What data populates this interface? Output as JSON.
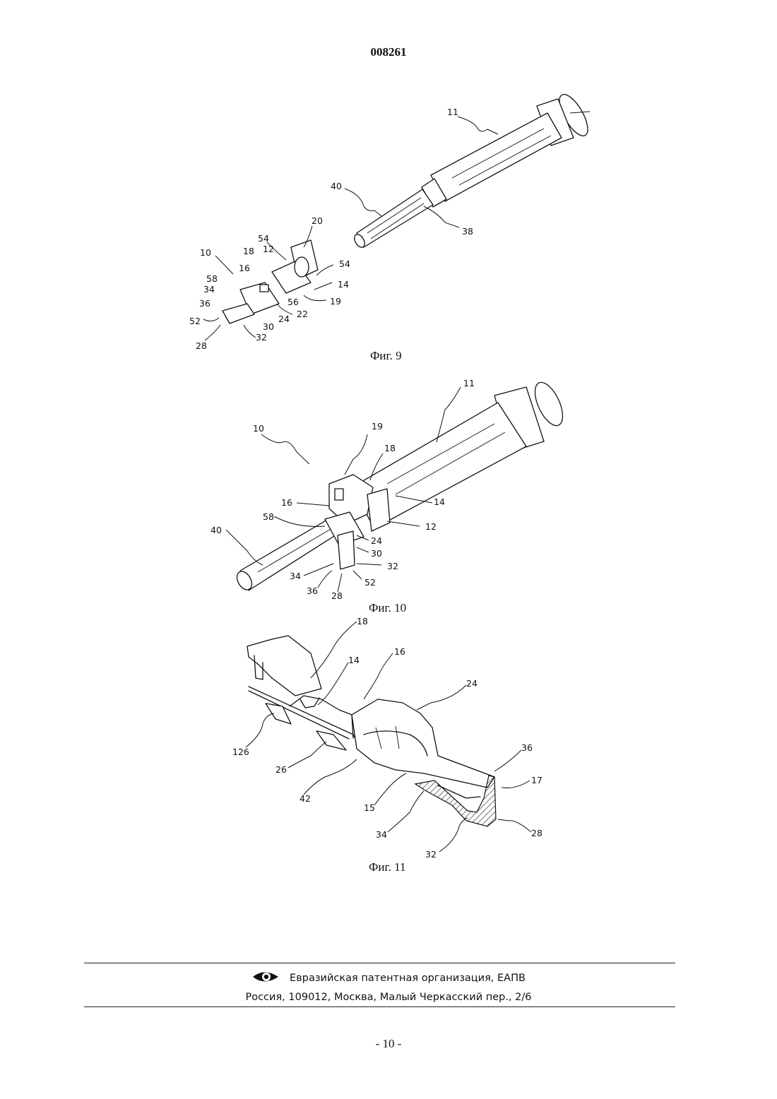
{
  "header": {
    "patent_number": "008261"
  },
  "figures": [
    {
      "caption": "Фиг. 9",
      "labels": [
        "11",
        "40",
        "38",
        "20",
        "54",
        "12",
        "18",
        "10",
        "16",
        "54",
        "14",
        "58",
        "34",
        "56",
        "19",
        "36",
        "22",
        "24",
        "52",
        "30",
        "32",
        "28"
      ]
    },
    {
      "caption": "Фиг. 10",
      "labels": [
        "11",
        "19",
        "10",
        "18",
        "16",
        "14",
        "58",
        "40",
        "12",
        "24",
        "30",
        "34",
        "32",
        "36",
        "52",
        "28"
      ]
    },
    {
      "caption": "Фиг. 11",
      "labels": [
        "18",
        "14",
        "16",
        "24",
        "126",
        "26",
        "36",
        "42",
        "17",
        "15",
        "34",
        "28",
        "32"
      ]
    }
  ],
  "footer": {
    "organization": "Евразийская патентная организация, ЕАПВ",
    "address": "Россия, 109012, Москва, Малый Черкасский пер., 2/6",
    "logo_icon": "eye-logo-icon"
  },
  "page_number": "- 10 -"
}
